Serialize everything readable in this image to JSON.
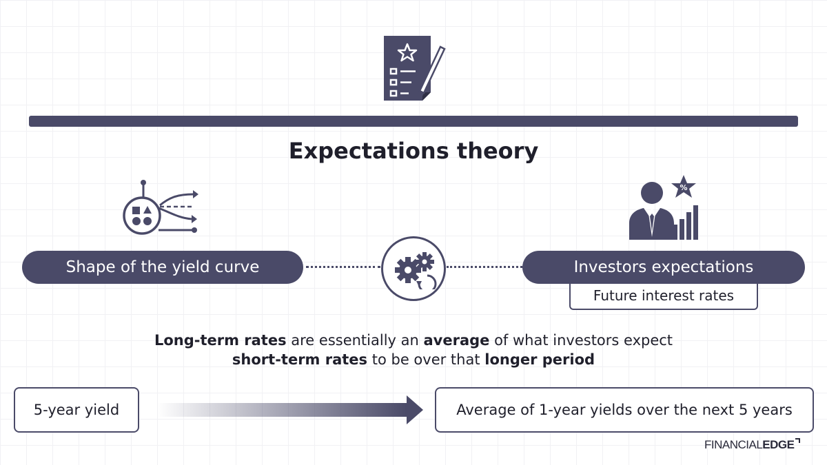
{
  "title": "Expectations theory",
  "icons": {
    "top": "document-star-pen-icon",
    "left": "shapes-branch-arrows-icon",
    "center": "gears-icon",
    "right": "investor-percent-star-chart-icon"
  },
  "left_pill": "Shape of the yield curve",
  "right_pill": "Investors expectations",
  "right_sub": "Future interest rates",
  "statement": {
    "line1": [
      {
        "text": "Long-term rates",
        "bold": true
      },
      {
        "text": " are essentially an ",
        "bold": false
      },
      {
        "text": "average",
        "bold": true
      },
      {
        "text": " of what investors expect",
        "bold": false
      }
    ],
    "line2": [
      {
        "text": "short-term rates",
        "bold": true
      },
      {
        "text": " to be over that ",
        "bold": false
      },
      {
        "text": "longer period",
        "bold": true
      }
    ]
  },
  "bottom": {
    "left_box": "5-year yield",
    "right_box": "Average of 1-year yields over the next 5 years"
  },
  "logo": {
    "part1": "FINANCIAL",
    "part2": "EDGE"
  },
  "colors": {
    "primary": "#4a4a68",
    "text": "#1f1f2b",
    "background": "#ffffff"
  }
}
